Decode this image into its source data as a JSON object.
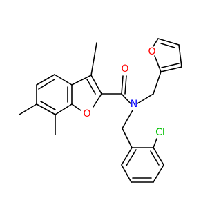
{
  "molecule": {
    "atom_labels": {
      "carbonyl_o": "O",
      "furan_o": "O",
      "benzofuran_o": "O",
      "amide_n": "N",
      "chlorine": "Cl"
    },
    "colors": {
      "bond": "#000000",
      "oxygen": "#ff0000",
      "nitrogen": "#0000ff",
      "chlorine": "#00c000",
      "background": "#ffffff"
    }
  }
}
